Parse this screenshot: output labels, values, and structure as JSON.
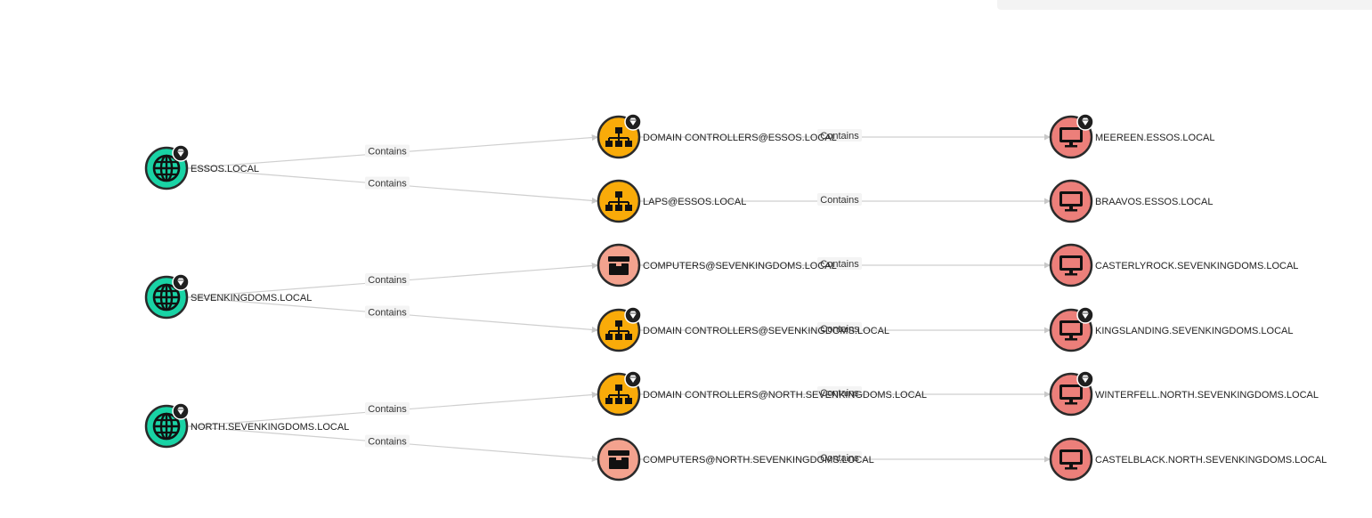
{
  "panel": {},
  "colors": {
    "domain": "#19d3a5",
    "group": "#f9ab09",
    "ou": "#f3a28e",
    "computer": "#ec7f7a",
    "outline": "#2a2a2a",
    "edge": "#cfcfcf"
  },
  "nodes": [
    {
      "id": "essos",
      "label": "ESSOS.LOCAL",
      "type": "domain",
      "icon": "globe-icon",
      "highvalue": true
    },
    {
      "id": "sk",
      "label": "SEVENKINGDOMS.LOCAL",
      "type": "domain",
      "icon": "globe-icon",
      "highvalue": true
    },
    {
      "id": "north",
      "label": "NORTH.SEVENKINGDOMS.LOCAL",
      "type": "domain",
      "icon": "globe-icon",
      "highvalue": true
    },
    {
      "id": "dc_essos",
      "label": "DOMAIN CONTROLLERS@ESSOS.LOCAL",
      "type": "group",
      "icon": "org-chart-icon",
      "highvalue": true
    },
    {
      "id": "laps_essos",
      "label": "LAPS@ESSOS.LOCAL",
      "type": "group",
      "icon": "org-chart-icon",
      "highvalue": false
    },
    {
      "id": "comp_sk",
      "label": "COMPUTERS@SEVENKINGDOMS.LOCAL",
      "type": "ou",
      "icon": "box-icon",
      "highvalue": false
    },
    {
      "id": "dc_sk",
      "label": "DOMAIN CONTROLLERS@SEVENKINGDOMS.LOCAL",
      "type": "group",
      "icon": "org-chart-icon",
      "highvalue": true
    },
    {
      "id": "dc_north",
      "label": "DOMAIN CONTROLLERS@NORTH.SEVENKINGDOMS.LOCAL",
      "type": "group",
      "icon": "org-chart-icon",
      "highvalue": true
    },
    {
      "id": "comp_north",
      "label": "COMPUTERS@NORTH.SEVENKINGDOMS.LOCAL",
      "type": "ou",
      "icon": "box-icon",
      "highvalue": false
    },
    {
      "id": "meereen",
      "label": "MEEREEN.ESSOS.LOCAL",
      "type": "computer",
      "icon": "monitor-icon",
      "highvalue": true
    },
    {
      "id": "braavos",
      "label": "BRAAVOS.ESSOS.LOCAL",
      "type": "computer",
      "icon": "monitor-icon",
      "highvalue": false
    },
    {
      "id": "casterly",
      "label": "CASTERLYROCK.SEVENKINGDOMS.LOCAL",
      "type": "computer",
      "icon": "monitor-icon",
      "highvalue": false
    },
    {
      "id": "kings",
      "label": "KINGSLANDING.SEVENKINGDOMS.LOCAL",
      "type": "computer",
      "icon": "monitor-icon",
      "highvalue": true
    },
    {
      "id": "winterfell",
      "label": "WINTERFELL.NORTH.SEVENKINGDOMS.LOCAL",
      "type": "computer",
      "icon": "monitor-icon",
      "highvalue": true
    },
    {
      "id": "castelblack",
      "label": "CASTELBLACK.NORTH.SEVENKINGDOMS.LOCAL",
      "type": "computer",
      "icon": "monitor-icon",
      "highvalue": false
    }
  ],
  "edges": [
    {
      "source": "essos",
      "target": "dc_essos",
      "label": "Contains"
    },
    {
      "source": "essos",
      "target": "laps_essos",
      "label": "Contains"
    },
    {
      "source": "sk",
      "target": "comp_sk",
      "label": "Contains"
    },
    {
      "source": "sk",
      "target": "dc_sk",
      "label": "Contains"
    },
    {
      "source": "north",
      "target": "dc_north",
      "label": "Contains"
    },
    {
      "source": "north",
      "target": "comp_north",
      "label": "Contains"
    },
    {
      "source": "dc_essos",
      "target": "meereen",
      "label": "Contains"
    },
    {
      "source": "laps_essos",
      "target": "braavos",
      "label": "Contains"
    },
    {
      "source": "comp_sk",
      "target": "casterly",
      "label": "Contains"
    },
    {
      "source": "dc_sk",
      "target": "kings",
      "label": "Contains"
    },
    {
      "source": "dc_north",
      "target": "winterfell",
      "label": "Contains"
    },
    {
      "source": "comp_north",
      "target": "castelblack",
      "label": "Contains"
    }
  ]
}
